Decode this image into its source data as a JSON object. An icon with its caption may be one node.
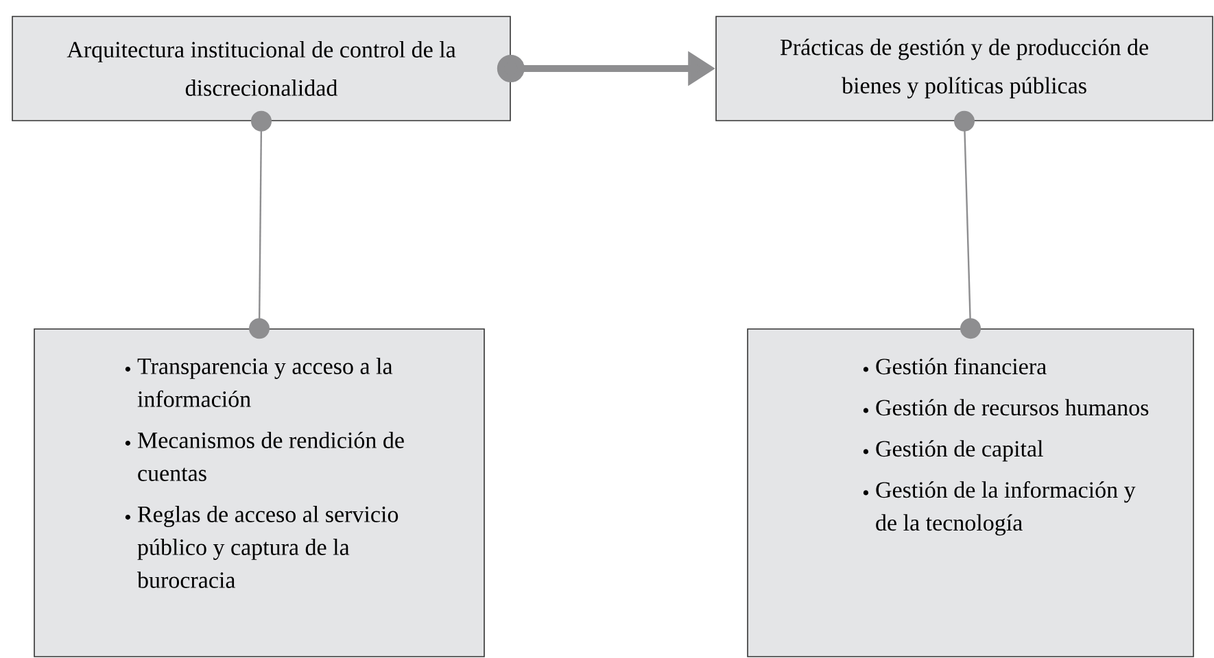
{
  "diagram": {
    "nodes": [
      {
        "text": [
          "Arquitectura institucional de control de la discrecionalidad"
        ]
      },
      {
        "text": [
          "Prácticas de gestión y de producción de bienes y políticas públicas"
        ]
      },
      {
        "text": [
          "Transparencia y acceso a la información",
          "Mecanismos de rendición de cuentas",
          "Reglas de acceso al servicio público y captura de la burocracia"
        ]
      },
      {
        "text": [
          "Gestión financiera",
          "Gestión de recursos humanos",
          "Gestión de capital",
          "Gestión de la información y de la tecnología"
        ]
      }
    ],
    "edges": [
      {
        "from": 0,
        "to": 1,
        "arrow": "to",
        "style": "thick"
      },
      {
        "from": 0,
        "to": 2,
        "arrow": "other"
      },
      {
        "from": 1,
        "to": 3,
        "arrow": "other"
      }
    ]
  }
}
